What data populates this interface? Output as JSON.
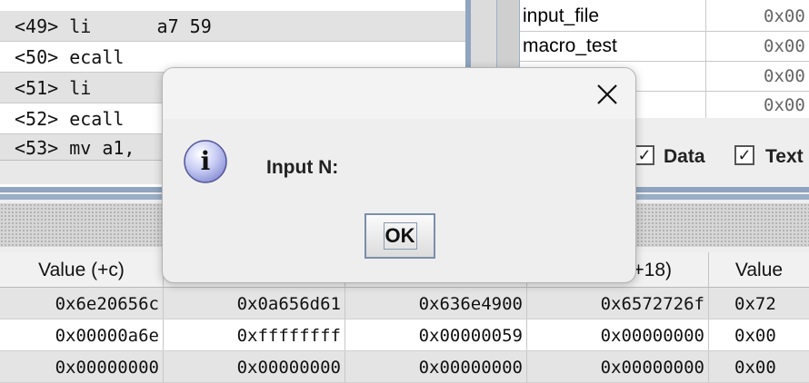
{
  "source": {
    "rows": [
      "<49> li      a7 59",
      "<50> ecall",
      "<51> li",
      "<52> ecall",
      "<53> mv a1,"
    ]
  },
  "labels": {
    "rows": [
      {
        "name": "input_file",
        "addr": "0x00"
      },
      {
        "name": "macro_test",
        "addr": "0x00"
      },
      {
        "name": "",
        "addr": "0x00"
      },
      {
        "name": "",
        "addr": "0x00"
      }
    ],
    "checkboxes": {
      "data_label": "Data",
      "data_mark": "✓",
      "text_label": "Text",
      "text_mark": "✓"
    }
  },
  "data_table": {
    "headers": [
      "Value (+c)",
      "",
      "",
      "+18)",
      "Value"
    ],
    "rows": [
      [
        "0x6e20656c",
        "0x0a656d61",
        "0x636e4900",
        "0x6572726f",
        "0x72"
      ],
      [
        "0x00000a6e",
        "0xffffffff",
        "0x00000059",
        "0x00000000",
        "0x00"
      ],
      [
        "0x00000000",
        "0x00000000",
        "0x00000000",
        "0x00000000",
        "0x00"
      ]
    ]
  },
  "dialog": {
    "message": "Input N:",
    "ok_label": "OK",
    "info_glyph": "i",
    "icon": "info-icon",
    "close_icon": "close-icon",
    "accent": "#7b8fa8"
  }
}
